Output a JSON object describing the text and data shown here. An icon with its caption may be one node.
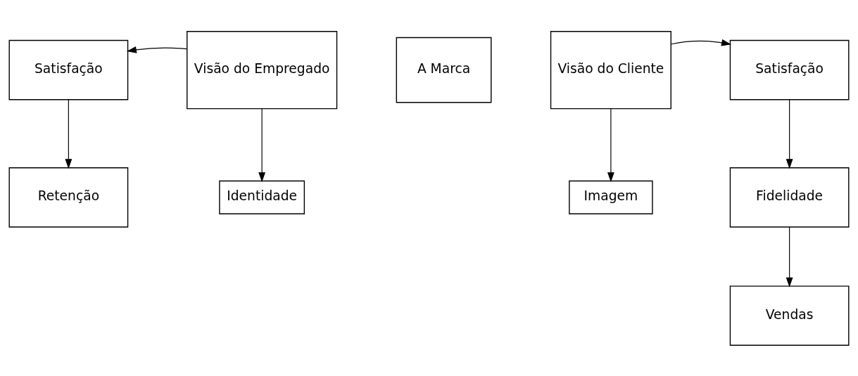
{
  "diagram": {
    "nodes": [
      {
        "text": [
          "Satisfação"
        ]
      },
      {
        "text": [
          "Retenção"
        ]
      },
      {
        "text": [
          "Visão do Empregado"
        ]
      },
      {
        "text": [
          "A Marca"
        ]
      },
      {
        "text": [
          "Visão do Cliente"
        ]
      },
      {
        "text": [
          "Identidade"
        ]
      },
      {
        "text": [
          "Imagem"
        ]
      },
      {
        "text": [
          "Satisfação"
        ]
      },
      {
        "text": [
          "Fidelidade"
        ]
      },
      {
        "text": [
          "Vendas"
        ]
      }
    ],
    "edges": [
      {
        "from": 2,
        "to": 0,
        "arrow": "to"
      },
      {
        "from": 0,
        "to": 1,
        "arrow": "to"
      },
      {
        "from": 2,
        "to": 5,
        "arrow": "to"
      },
      {
        "from": 4,
        "to": 6,
        "arrow": "to"
      },
      {
        "from": 4,
        "to": 7,
        "arrow": "to"
      },
      {
        "from": 7,
        "to": 8,
        "arrow": "to"
      },
      {
        "from": 8,
        "to": 9,
        "arrow": "to"
      }
    ]
  }
}
